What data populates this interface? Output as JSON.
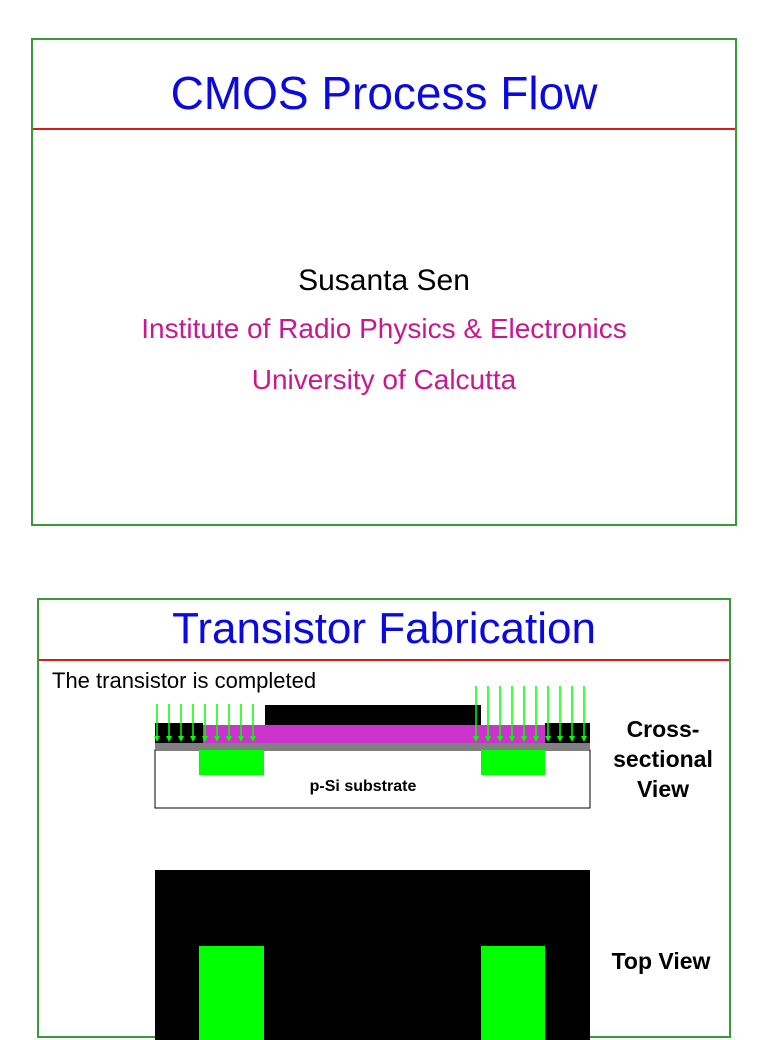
{
  "slide1": {
    "title": "CMOS Process Flow",
    "author": "Susanta Sen",
    "affiliation_line1": "Institute of Radio Physics & Electronics",
    "affiliation_line2": "University of Calcutta"
  },
  "slide2": {
    "title": "Transistor Fabrication",
    "caption": "The transistor is completed",
    "substrate_label": "p-Si substrate",
    "cross_section_label": "Cross-sectional View",
    "top_view_label": "Top View"
  },
  "colors": {
    "frame": "#3a9a3a",
    "title": "#0a0adf",
    "rule": "#e01818",
    "affiliation": "#c8188f",
    "implant_green": "#00ff00",
    "poly_magenta": "#cc33cc"
  }
}
